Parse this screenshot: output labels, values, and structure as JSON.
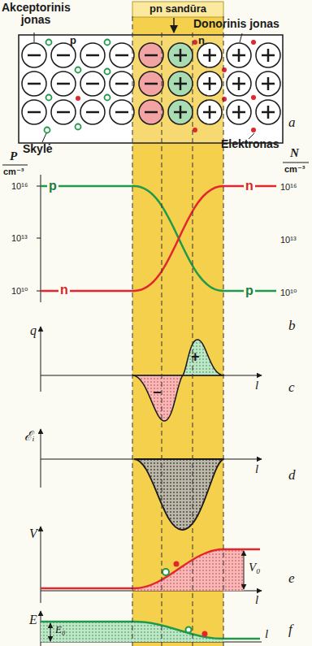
{
  "diagram": {
    "labels": [
      "Akceptorinis jonas",
      "pn sandūra",
      "Donorinis jonas",
      "p",
      "n",
      "Skylė",
      "Elektronas",
      "a",
      "P",
      "cm⁻³",
      "N",
      "cm⁻³",
      "10¹⁶",
      "10¹³",
      "10¹⁰",
      "10¹⁶",
      "10¹³",
      "10¹⁰",
      "p",
      "n",
      "n",
      "p",
      "b",
      "q",
      "−",
      "+",
      "l",
      "c",
      "ℰᵢ",
      "l",
      "d",
      "V",
      "V₀",
      "l",
      "e",
      "E",
      "E₀",
      "l",
      "f"
    ]
  }
}
